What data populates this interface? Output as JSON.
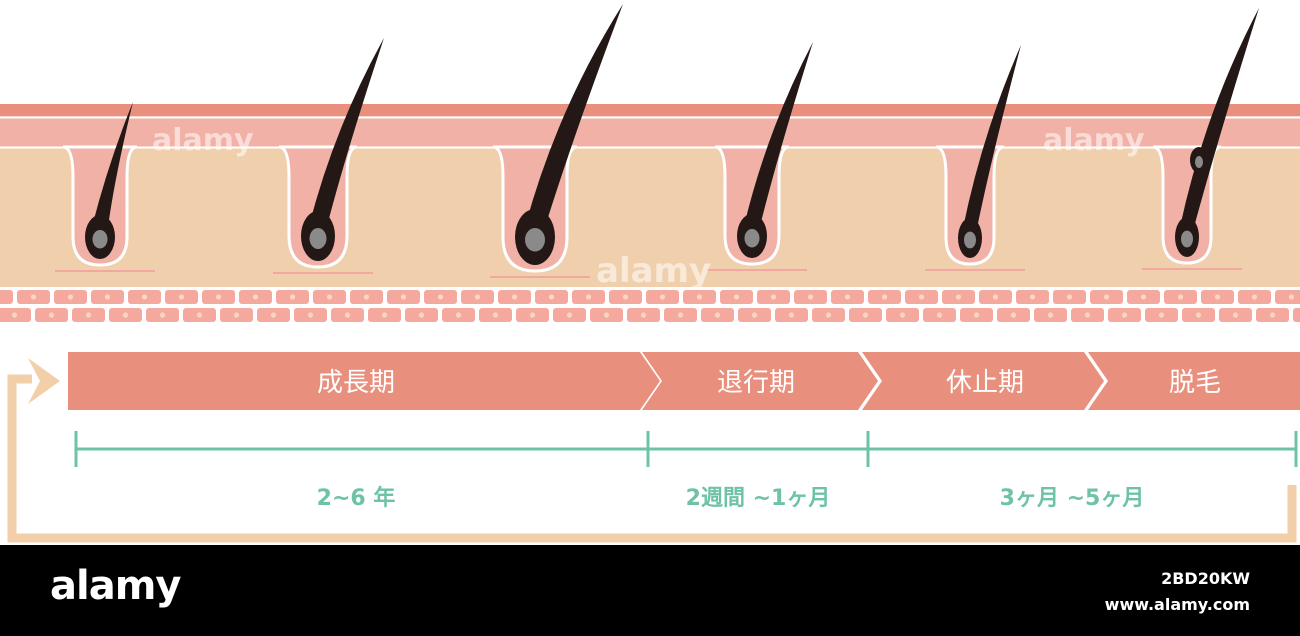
{
  "colors": {
    "epidermis_top": "#e98f7e",
    "epidermis": "#f2b1a6",
    "dermis": "#f0d0ac",
    "cells": "#f5a99e",
    "cell_nucleus": "#f6d9b8",
    "hair": "#231815",
    "papilla": "#8a8a8a",
    "phase_bar": "#e88f7d",
    "timeline": "#6fc3a5",
    "cycle_arrow": "#f2cfa8"
  },
  "phases": [
    {
      "label": "成長期"
    },
    {
      "label": "退行期"
    },
    {
      "label": "休止期"
    },
    {
      "label": "脱毛"
    }
  ],
  "durations": [
    {
      "label": "2~6 年"
    },
    {
      "label": "2週間 ~1ヶ月"
    },
    {
      "label": "3ヶ月 ~5ヶ月"
    }
  ],
  "watermark": "alamy",
  "footer": {
    "brand": "alamy",
    "image_id": "2BD20KW",
    "site": "www.alamy.com"
  }
}
